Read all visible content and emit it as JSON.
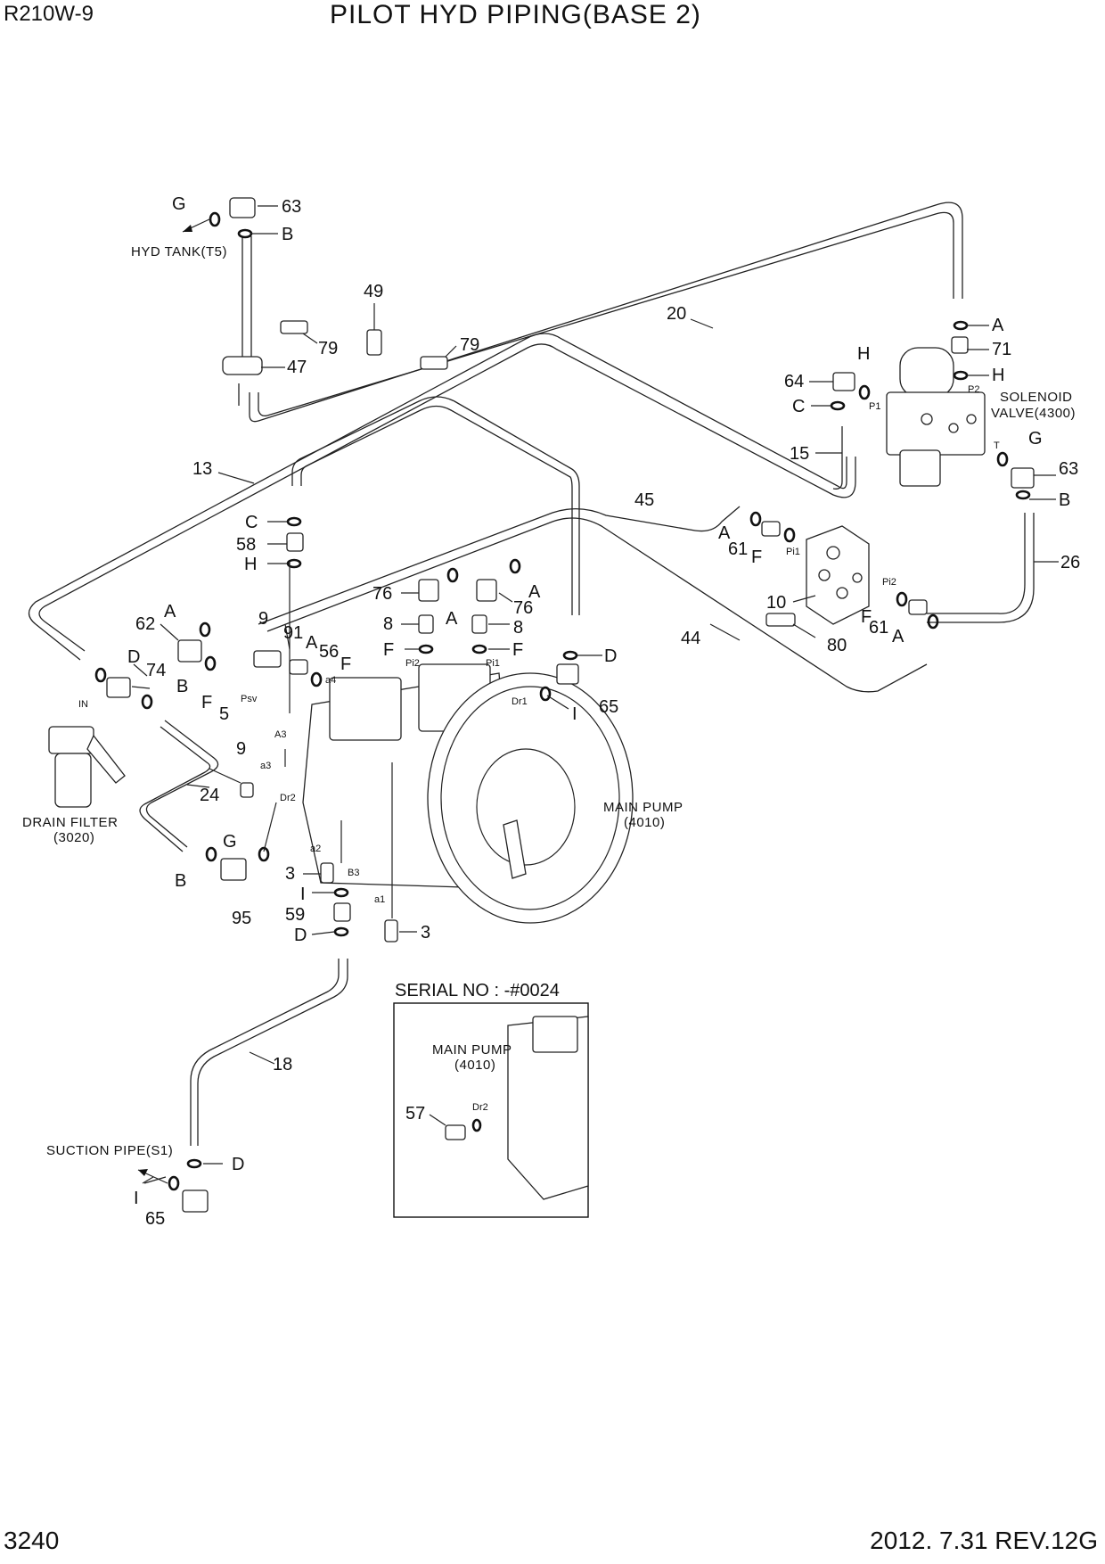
{
  "header": {
    "model": "R210W-9",
    "title": "PILOT HYD PIPING(BASE 2)"
  },
  "footer": {
    "page_number": "3240",
    "revision": "2012. 7.31  REV.12G"
  },
  "components": {
    "hyd_tank": "HYD TANK(T5)",
    "solenoid_line1": "SOLENOID",
    "solenoid_line2": "VALVE(4300)",
    "main_pump_line1": "MAIN PUMP",
    "main_pump_line2": "(4010)",
    "drain_filter_line1": "DRAIN FILTER",
    "drain_filter_line2": "(3020)",
    "suction_pipe": "SUCTION PIPE(S1)"
  },
  "inset": {
    "title": "SERIAL NO : -#0024",
    "main_pump_line1": "MAIN PUMP",
    "main_pump_line2": "(4010)",
    "part_57": "57",
    "port_dr2": "Dr2"
  },
  "callouts": [
    {
      "id": "c-g1",
      "text": "G"
    },
    {
      "id": "c-63a",
      "text": "63"
    },
    {
      "id": "c-b1",
      "text": "B"
    },
    {
      "id": "c-49",
      "text": "49"
    },
    {
      "id": "c-20",
      "text": "20"
    },
    {
      "id": "c-79a",
      "text": "79"
    },
    {
      "id": "c-79b",
      "text": "79"
    },
    {
      "id": "c-47",
      "text": "47"
    },
    {
      "id": "c-13",
      "text": "13"
    },
    {
      "id": "c-a1",
      "text": "A"
    },
    {
      "id": "c-71",
      "text": "71"
    },
    {
      "id": "c-h1",
      "text": "H"
    },
    {
      "id": "c-h2",
      "text": "H"
    },
    {
      "id": "c-64",
      "text": "64"
    },
    {
      "id": "c-c1",
      "text": "C"
    },
    {
      "id": "c-15",
      "text": "15"
    },
    {
      "id": "c-g2",
      "text": "G"
    },
    {
      "id": "c-63b",
      "text": "63"
    },
    {
      "id": "c-b2",
      "text": "B"
    },
    {
      "id": "c-26",
      "text": "26"
    },
    {
      "id": "c-45",
      "text": "45"
    },
    {
      "id": "c-a2",
      "text": "A"
    },
    {
      "id": "c-61a",
      "text": "61"
    },
    {
      "id": "c-f1",
      "text": "F"
    },
    {
      "id": "c-10",
      "text": "10"
    },
    {
      "id": "c-f2",
      "text": "F"
    },
    {
      "id": "c-61b",
      "text": "61"
    },
    {
      "id": "c-a3",
      "text": "A"
    },
    {
      "id": "c-80",
      "text": "80"
    },
    {
      "id": "c-44",
      "text": "44"
    },
    {
      "id": "c-c2",
      "text": "C"
    },
    {
      "id": "c-58",
      "text": "58"
    },
    {
      "id": "c-h3",
      "text": "H"
    },
    {
      "id": "c-76a",
      "text": "76"
    },
    {
      "id": "c-a4",
      "text": "A"
    },
    {
      "id": "c-76b",
      "text": "76"
    },
    {
      "id": "c-a5",
      "text": "A"
    },
    {
      "id": "c-8a",
      "text": "8"
    },
    {
      "id": "c-8b",
      "text": "8"
    },
    {
      "id": "c-f3",
      "text": "F"
    },
    {
      "id": "c-f4",
      "text": "F"
    },
    {
      "id": "c-d1",
      "text": "D"
    },
    {
      "id": "c-65a",
      "text": "65"
    },
    {
      "id": "c-i1",
      "text": "I"
    },
    {
      "id": "c-62",
      "text": "62"
    },
    {
      "id": "c-a6",
      "text": "A"
    },
    {
      "id": "c-9a",
      "text": "9"
    },
    {
      "id": "c-91",
      "text": "91"
    },
    {
      "id": "c-a7",
      "text": "A"
    },
    {
      "id": "c-56",
      "text": "56"
    },
    {
      "id": "c-f5",
      "text": "F"
    },
    {
      "id": "c-d2",
      "text": "D"
    },
    {
      "id": "c-74",
      "text": "74"
    },
    {
      "id": "c-b3",
      "text": "B"
    },
    {
      "id": "c-f6",
      "text": "F"
    },
    {
      "id": "c-5",
      "text": "5"
    },
    {
      "id": "c-9b",
      "text": "9"
    },
    {
      "id": "c-24",
      "text": "24"
    },
    {
      "id": "c-g3",
      "text": "G"
    },
    {
      "id": "c-b4",
      "text": "B"
    },
    {
      "id": "c-95",
      "text": "95"
    },
    {
      "id": "c-3a",
      "text": "3"
    },
    {
      "id": "c-i2",
      "text": "I"
    },
    {
      "id": "c-59",
      "text": "59"
    },
    {
      "id": "c-d3",
      "text": "D"
    },
    {
      "id": "c-3b",
      "text": "3"
    },
    {
      "id": "c-18",
      "text": "18"
    },
    {
      "id": "c-d4",
      "text": "D"
    },
    {
      "id": "c-i3",
      "text": "I"
    },
    {
      "id": "c-65b",
      "text": "65"
    }
  ],
  "ports": [
    {
      "id": "p-p1",
      "text": "P1"
    },
    {
      "id": "p-p2",
      "text": "P2"
    },
    {
      "id": "p-t",
      "text": "T"
    },
    {
      "id": "p-pi1a",
      "text": "Pi1"
    },
    {
      "id": "p-pi2a",
      "text": "Pi2"
    },
    {
      "id": "p-pi2b",
      "text": "Pi2"
    },
    {
      "id": "p-pi1b",
      "text": "Pi1"
    },
    {
      "id": "p-dr1",
      "text": "Dr1"
    },
    {
      "id": "p-psv",
      "text": "Psv"
    },
    {
      "id": "p-a4",
      "text": "a4"
    },
    {
      "id": "p-a3cap",
      "text": "A3"
    },
    {
      "id": "p-a3",
      "text": "a3"
    },
    {
      "id": "p-dr2",
      "text": "Dr2"
    },
    {
      "id": "p-a2",
      "text": "a2"
    },
    {
      "id": "p-b3",
      "text": "B3"
    },
    {
      "id": "p-a1",
      "text": "a1"
    },
    {
      "id": "p-in",
      "text": "IN"
    }
  ]
}
